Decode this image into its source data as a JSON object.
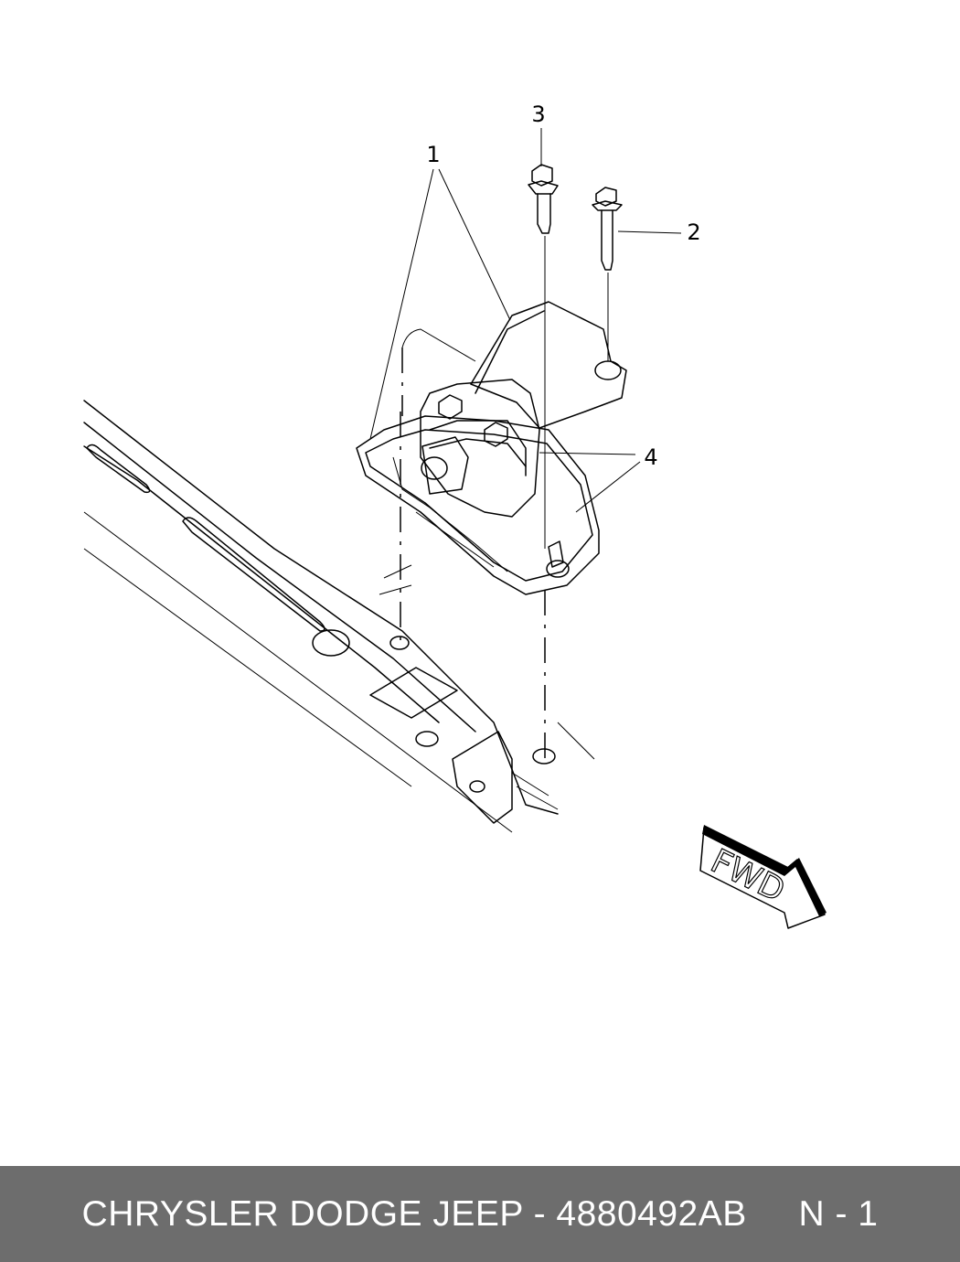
{
  "diagram": {
    "callouts": [
      {
        "id": "1",
        "text": "1"
      },
      {
        "id": "2",
        "text": "2"
      },
      {
        "id": "3",
        "text": "3"
      },
      {
        "id": "4",
        "text": "4"
      }
    ],
    "direction_arrow": {
      "text": "FWD"
    }
  },
  "footer": {
    "brand": "CHRYSLER DODGE JEEP",
    "separator": " - ",
    "part_number": "4880492AB",
    "page_ref": "N - 1",
    "background": "#6d6d6d",
    "text_color": "#ffffff"
  }
}
